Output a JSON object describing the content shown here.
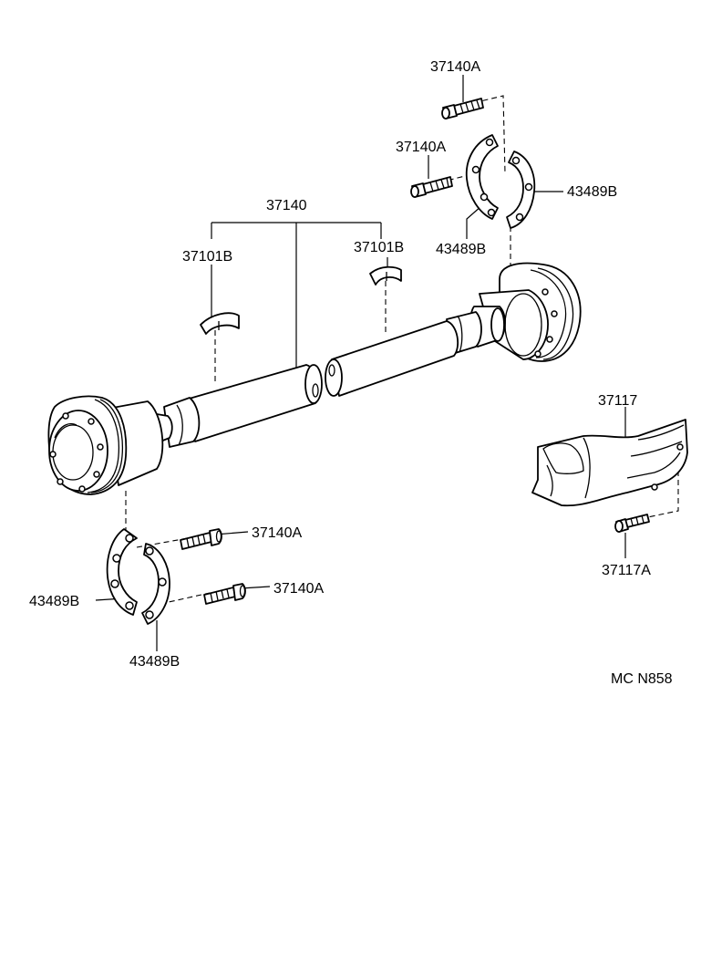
{
  "labels": {
    "bolt_top": "37140A",
    "bolt_upper": "37140A",
    "shaft": "37140",
    "ring_upper_right": "43489B",
    "ring_upper_left": "43489B",
    "clip_left": "37101B",
    "clip_right": "37101B",
    "cover": "37117",
    "bolt_lower_1": "37140A",
    "bolt_lower_2": "37140A",
    "ring_lower_left": "43489B",
    "ring_lower_bottom": "43489B",
    "cover_bolt": "37117A",
    "catalog_code": "MC N858"
  }
}
